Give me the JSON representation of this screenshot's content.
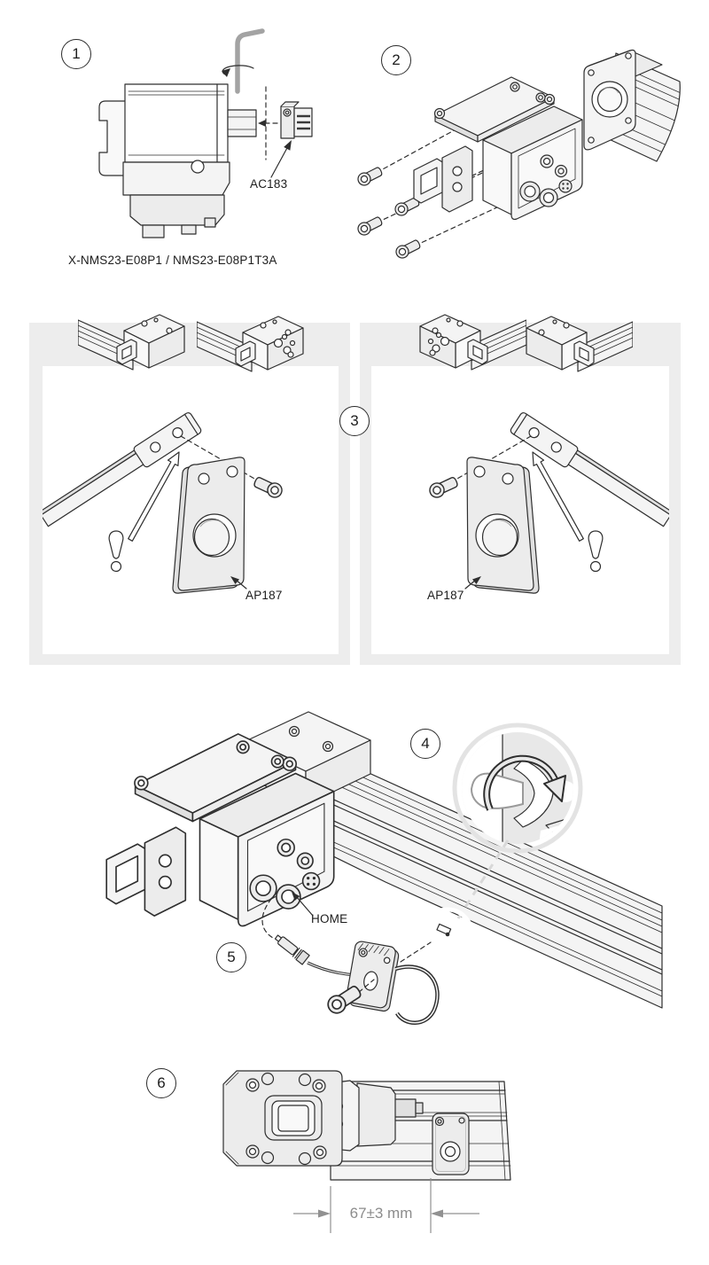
{
  "steps": [
    {
      "number": "1"
    },
    {
      "number": "2"
    },
    {
      "number": "3"
    },
    {
      "number": "4"
    },
    {
      "number": "5"
    },
    {
      "number": "6"
    }
  ],
  "labels": {
    "motor_model_caption": "X-NMS23-E08P1 / NMS23-E08P1T3A",
    "coupling_part": "AC183",
    "plate_part_left": "AP187",
    "plate_part_right": "AP187",
    "home_connector": "HOME",
    "mount_dimension": "67±3 mm"
  },
  "colors": {
    "line": "#2e2e2e",
    "panel_fill": "#ededed",
    "dimension_gray": "#8c8c8c"
  }
}
